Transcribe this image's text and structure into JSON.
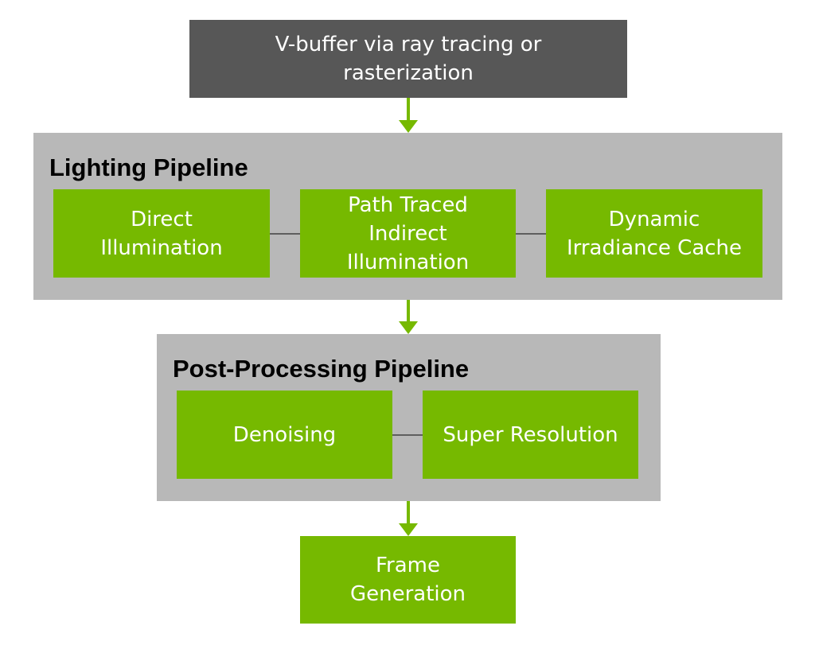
{
  "colors": {
    "accent": "#76b900",
    "dark_box": "#575757",
    "group_bg": "#b8b8b8",
    "connector": "#5e5e5e"
  },
  "source": {
    "label": "V-buffer via ray tracing or\nrasterization"
  },
  "lighting": {
    "title": "Lighting Pipeline",
    "stages": [
      {
        "label": "Direct\nIllumination"
      },
      {
        "label": "Path Traced\nIndirect\nIllumination"
      },
      {
        "label": "Dynamic\nIrradiance Cache"
      }
    ]
  },
  "post": {
    "title": "Post-Processing Pipeline",
    "stages": [
      {
        "label": "Denoising"
      },
      {
        "label": "Super Resolution"
      }
    ]
  },
  "output": {
    "label": "Frame\nGeneration"
  }
}
